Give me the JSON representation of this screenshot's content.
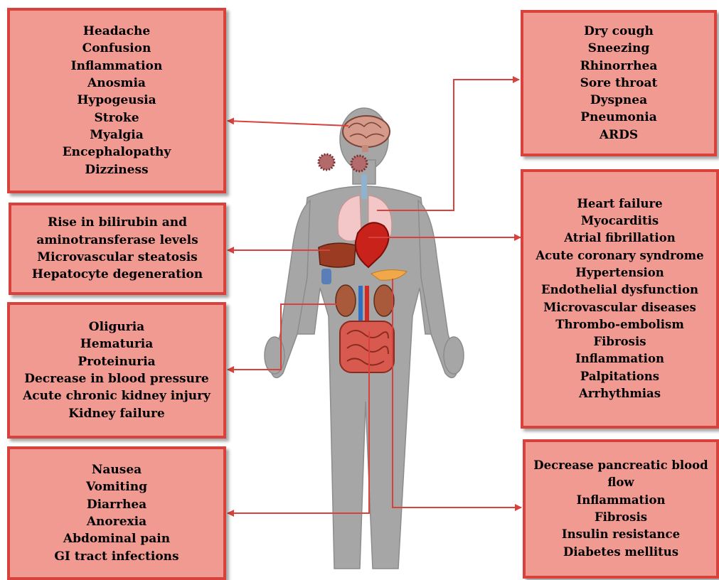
{
  "boxes": {
    "brain": [
      "Headache",
      "Confusion",
      "Inflammation",
      "Anosmia",
      "Hypogeusia",
      "Stroke",
      "Myalgia",
      "Encephalopathy",
      "Dizziness"
    ],
    "liver": [
      "Rise in bilirubin and",
      "aminotransferase levels",
      "Microvascular steatosis",
      "Hepatocyte degeneration"
    ],
    "kidney": [
      "Oliguria",
      "Hematuria",
      "Proteinuria",
      "Decrease in blood pressure",
      "Acute chronic kidney injury",
      "Kidney failure"
    ],
    "gi": [
      "Nausea",
      "Vomiting",
      "Diarrhea",
      "Anorexia",
      "Abdominal pain",
      "GI tract infections"
    ],
    "lungs": [
      "Dry cough",
      "Sneezing",
      "Rhinorrhea",
      "Sore throat",
      "Dyspnea",
      "Pneumonia",
      "ARDS"
    ],
    "heart": [
      "Heart failure",
      "Myocarditis",
      "Atrial fibrillation",
      "Acute coronary syndrome",
      "Hypertension",
      "Endothelial dysfunction",
      "Microvascular diseases",
      "Thrombo-embolism",
      "Fibrosis",
      "Inflammation",
      "Palpitations",
      "Arrhythmias"
    ],
    "pancreas": [
      "Decrease pancreatic blood",
      "flow",
      "Inflammation",
      "Fibrosis",
      "Insulin resistance",
      "Diabetes mellitus"
    ]
  },
  "colors": {
    "box_fill": "#f09a91",
    "box_border": "#d9413d",
    "arrow": "#d9413d",
    "body_silhouette": "#a6a6a6"
  }
}
